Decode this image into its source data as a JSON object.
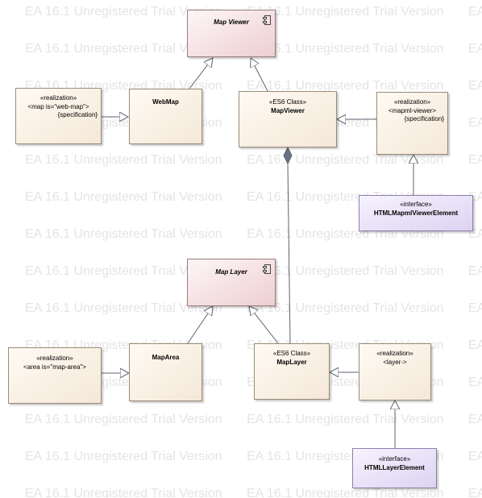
{
  "watermark": {
    "text": "EA 16.1 Unregistered Trial Version"
  },
  "nodes": {
    "map_viewer_component": {
      "name": "Map Viewer"
    },
    "webmap": {
      "name": "WebMap"
    },
    "map_realization": {
      "stereotype": "«realization»",
      "name": "<map is=\"web-map\">",
      "note": "{specification}"
    },
    "mapviewer_class": {
      "stereotype": "«ES6 Class»",
      "name": "MapViewer"
    },
    "mapml_viewer_realization": {
      "stereotype": "«realization»",
      "name": "<mapml-viewer>",
      "note": "{specification}"
    },
    "html_mapml_viewer_element": {
      "stereotype": "«interface»",
      "name": "HTMLMapmlViewerElement"
    },
    "map_layer_component": {
      "name": "Map Layer"
    },
    "maparea": {
      "name": "MapArea"
    },
    "area_realization": {
      "stereotype": "«realization»",
      "name": "<area is=\"map-area\">"
    },
    "maplayer_class": {
      "stereotype": "«ES6 Class»",
      "name": "MapLayer"
    },
    "layer_realization": {
      "stereotype": "«realization»",
      "name": "<layer->"
    },
    "html_layer_element": {
      "stereotype": "«interface»",
      "name": "HTMLLayerElement"
    }
  },
  "colors": {
    "class_fill": "#f4e8d8",
    "component_fill": "#eccfd2",
    "interface_fill": "#ddd3f2",
    "line": "#5e6270",
    "diamond": "#6b7185"
  }
}
